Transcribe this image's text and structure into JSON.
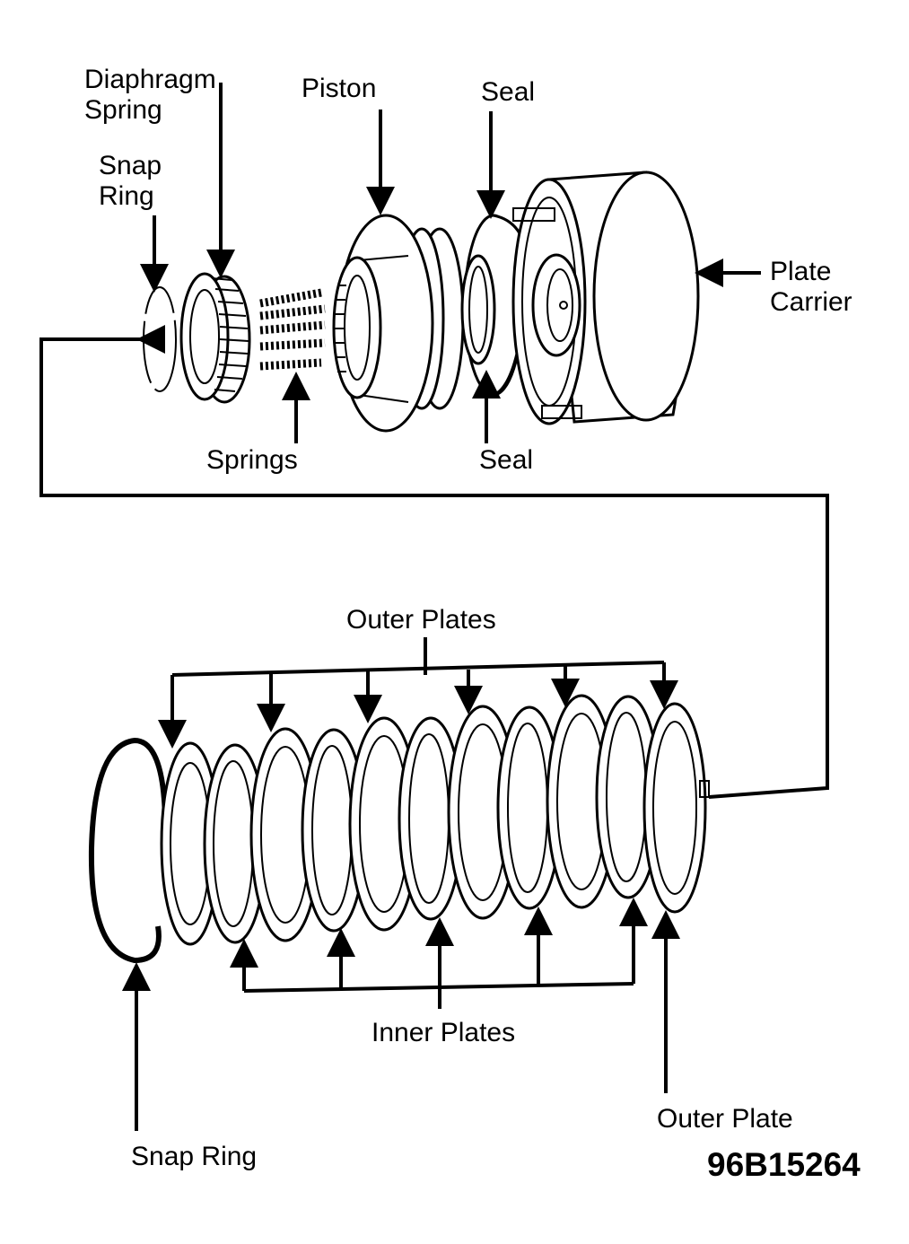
{
  "labels": {
    "diaphragm_spring_1": "Diaphragm",
    "diaphragm_spring_2": "Spring",
    "snap_ring_top_1": "Snap",
    "snap_ring_top_2": "Ring",
    "piston": "Piston",
    "seal_top": "Seal",
    "plate_carrier_1": "Plate",
    "plate_carrier_2": "Carrier",
    "springs": "Springs",
    "seal_bottom": "Seal",
    "outer_plates": "Outer Plates",
    "inner_plates": "Inner Plates",
    "outer_plate": "Outer Plate",
    "snap_ring_bottom": "Snap Ring"
  },
  "figure_code": "96B15264"
}
